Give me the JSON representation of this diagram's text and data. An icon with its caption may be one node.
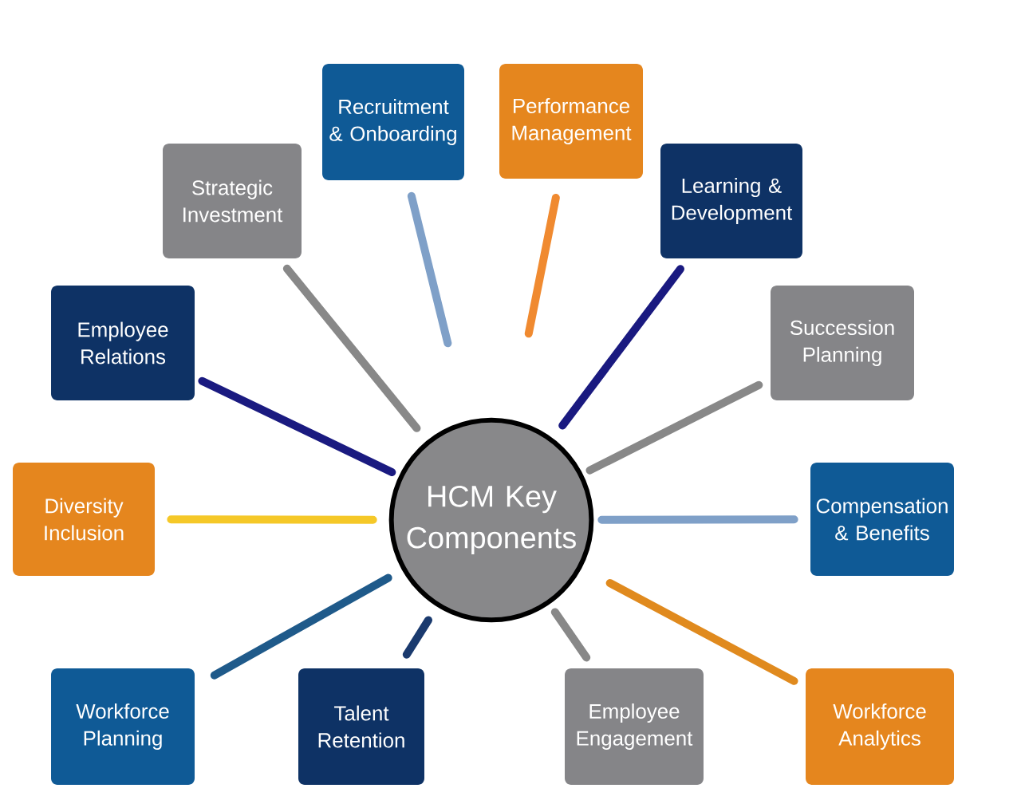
{
  "diagram": {
    "nodes": [
      {
        "text": [
          "HCM Key Components"
        ]
      },
      {
        "text": [
          "Recruitment & Onboarding"
        ]
      },
      {
        "text": [
          "Performance Management"
        ]
      },
      {
        "text": [
          "Learning & Development"
        ]
      },
      {
        "text": [
          "Strategic Investment"
        ]
      },
      {
        "text": [
          "Employee Relations"
        ]
      },
      {
        "text": [
          "Succession Planning"
        ]
      },
      {
        "text": [
          "Diversity Inclusion"
        ]
      },
      {
        "text": [
          "Compensation & Benefits"
        ]
      },
      {
        "text": [
          "Workforce Planning"
        ]
      },
      {
        "text": [
          "Talent Retention"
        ]
      },
      {
        "text": [
          "Employee Engagement"
        ]
      },
      {
        "text": [
          "Workforce Analytics"
        ]
      }
    ],
    "edges": [
      {
        "from": 0,
        "to": 1,
        "arrow": "none",
        "color": "#7fa0c8"
      },
      {
        "from": 0,
        "to": 2,
        "arrow": "none",
        "color": "#f08a30"
      },
      {
        "from": 0,
        "to": 3,
        "arrow": "none",
        "color": "#1a1a80"
      },
      {
        "from": 0,
        "to": 4,
        "arrow": "none",
        "color": "#888888"
      },
      {
        "from": 0,
        "to": 5,
        "arrow": "none",
        "color": "#1a1a80"
      },
      {
        "from": 0,
        "to": 6,
        "arrow": "none",
        "color": "#888888"
      },
      {
        "from": 0,
        "to": 7,
        "arrow": "none",
        "color": "#f5c828"
      },
      {
        "from": 0,
        "to": 8,
        "arrow": "none",
        "color": "#7fa0c8"
      },
      {
        "from": 0,
        "to": 9,
        "arrow": "none",
        "color": "#1f5a8a"
      },
      {
        "from": 0,
        "to": 10,
        "arrow": "none",
        "color": "#1a3a6e"
      },
      {
        "from": 0,
        "to": 11,
        "arrow": "none",
        "color": "#888888"
      },
      {
        "from": 0,
        "to": 12,
        "arrow": "none",
        "color": "#e08a1e"
      }
    ]
  }
}
